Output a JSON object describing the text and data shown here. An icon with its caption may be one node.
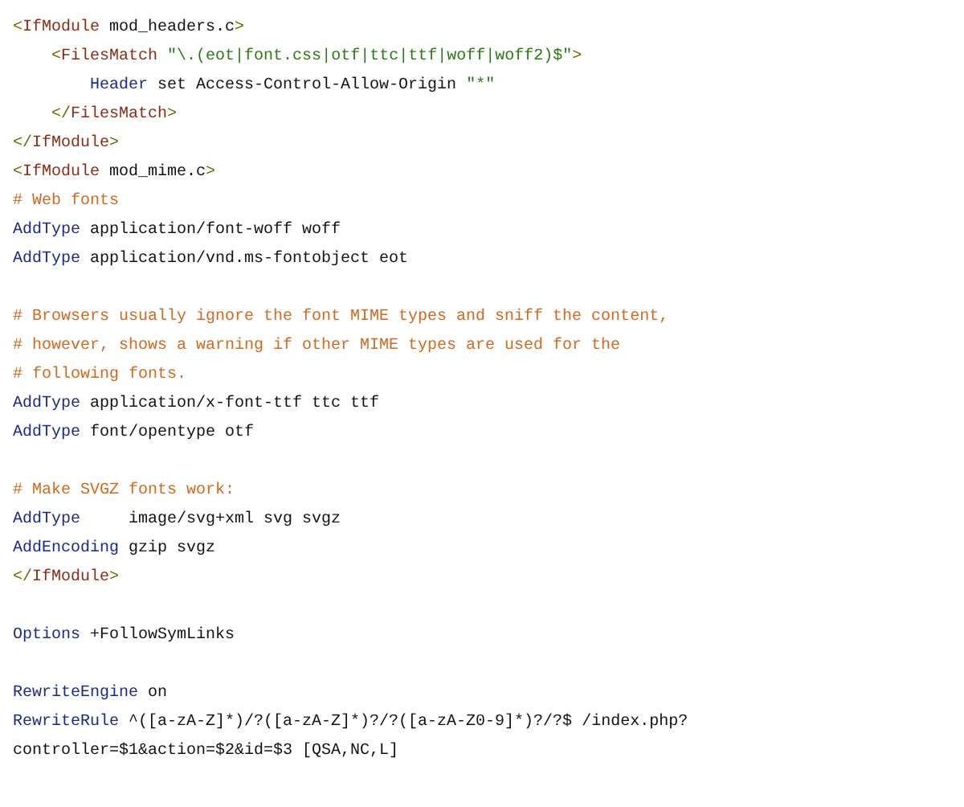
{
  "diagram": {
    "labels": [
      "<IfModule mod_headers.c>",
      "<FilesMatch \"\\.(eot|font.css|otf|ttc|ttf|woff|woff2)$\">",
      "Header set Access-Control-Allow-Origin \"*\"",
      "</FilesMatch>",
      "</IfModule>",
      "<IfModule mod_mime.c>",
      "# Web fonts",
      "AddType application/font-woff woff",
      "AddType application/vnd.ms-fontobject eot",
      "# Browsers usually ignore the font MIME types and sniff the content,",
      "# however, shows a warning if other MIME types are used for the",
      "# following fonts.",
      "AddType application/x-font-ttf ttc ttf",
      "AddType font/opentype otf",
      "# Make SVGZ fonts work:",
      "AddType     image/svg+xml svg svgz",
      "AddEncoding gzip svgz",
      "</IfModule>",
      "Options +FollowSymLinks",
      "RewriteEngine on",
      "RewriteRule ^([a-zA-Z]*)/?([a-zA-Z]*)?/?([a-zA-Z0-9]*)?/?$ /index.php?controller=$1&action=$2&id=$3 [QSA,NC,L]"
    ]
  }
}
